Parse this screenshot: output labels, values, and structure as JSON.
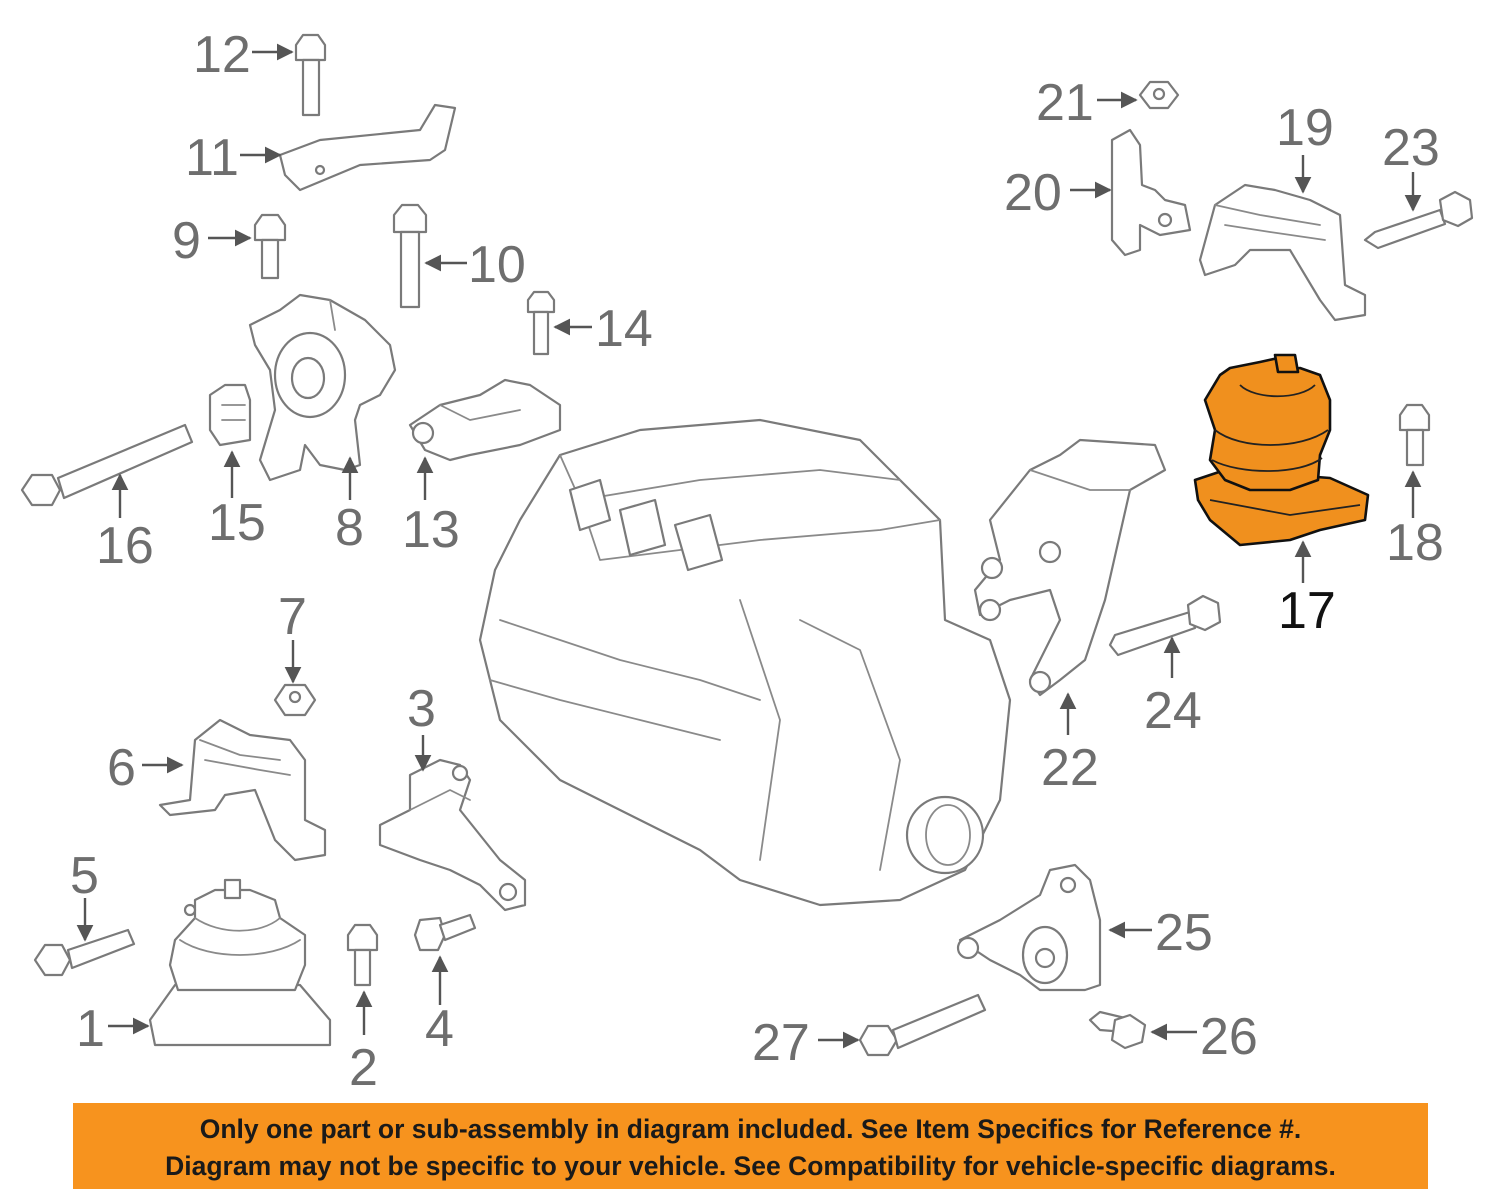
{
  "highlight_color": "#f7931e",
  "callouts": {
    "n1": "1",
    "n2": "2",
    "n3": "3",
    "n4": "4",
    "n5": "5",
    "n6": "6",
    "n7": "7",
    "n8": "8",
    "n9": "9",
    "n10": "10",
    "n11": "11",
    "n12": "12",
    "n13": "13",
    "n14": "14",
    "n15": "15",
    "n16": "16",
    "n17": "17",
    "n18": "18",
    "n19": "19",
    "n20": "20",
    "n21": "21",
    "n22": "22",
    "n23": "23",
    "n24": "24",
    "n25": "25",
    "n26": "26",
    "n27": "27"
  },
  "highlighted_part": "17",
  "disclaimer": {
    "line1": "Only one part or sub-assembly in diagram included. See Item Specifics for Reference #.",
    "line2": "Diagram may not be specific to your vehicle. See Compatibility for vehicle-specific diagrams."
  }
}
